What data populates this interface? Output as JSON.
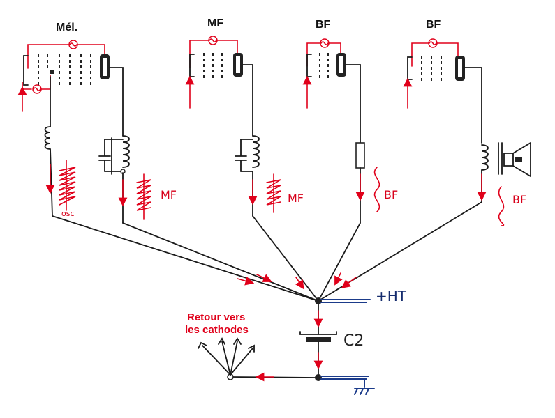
{
  "stages": [
    {
      "label": "Mél."
    },
    {
      "label": "MF"
    },
    {
      "label": "BF"
    },
    {
      "label": "BF"
    }
  ],
  "signal_labels": {
    "osc": "osc",
    "mf1": "MF",
    "mf2": "MF",
    "bf1": "BF",
    "bf2": "BF"
  },
  "supply": {
    "ht_label": "+HT",
    "capacitor_label": "C2"
  },
  "return_note": {
    "line1": "Retour vers",
    "line2": "les cathodes"
  },
  "colors": {
    "wire": "#1a1a1a",
    "signal": "#e0001a",
    "supply": "#1b3b8a"
  }
}
